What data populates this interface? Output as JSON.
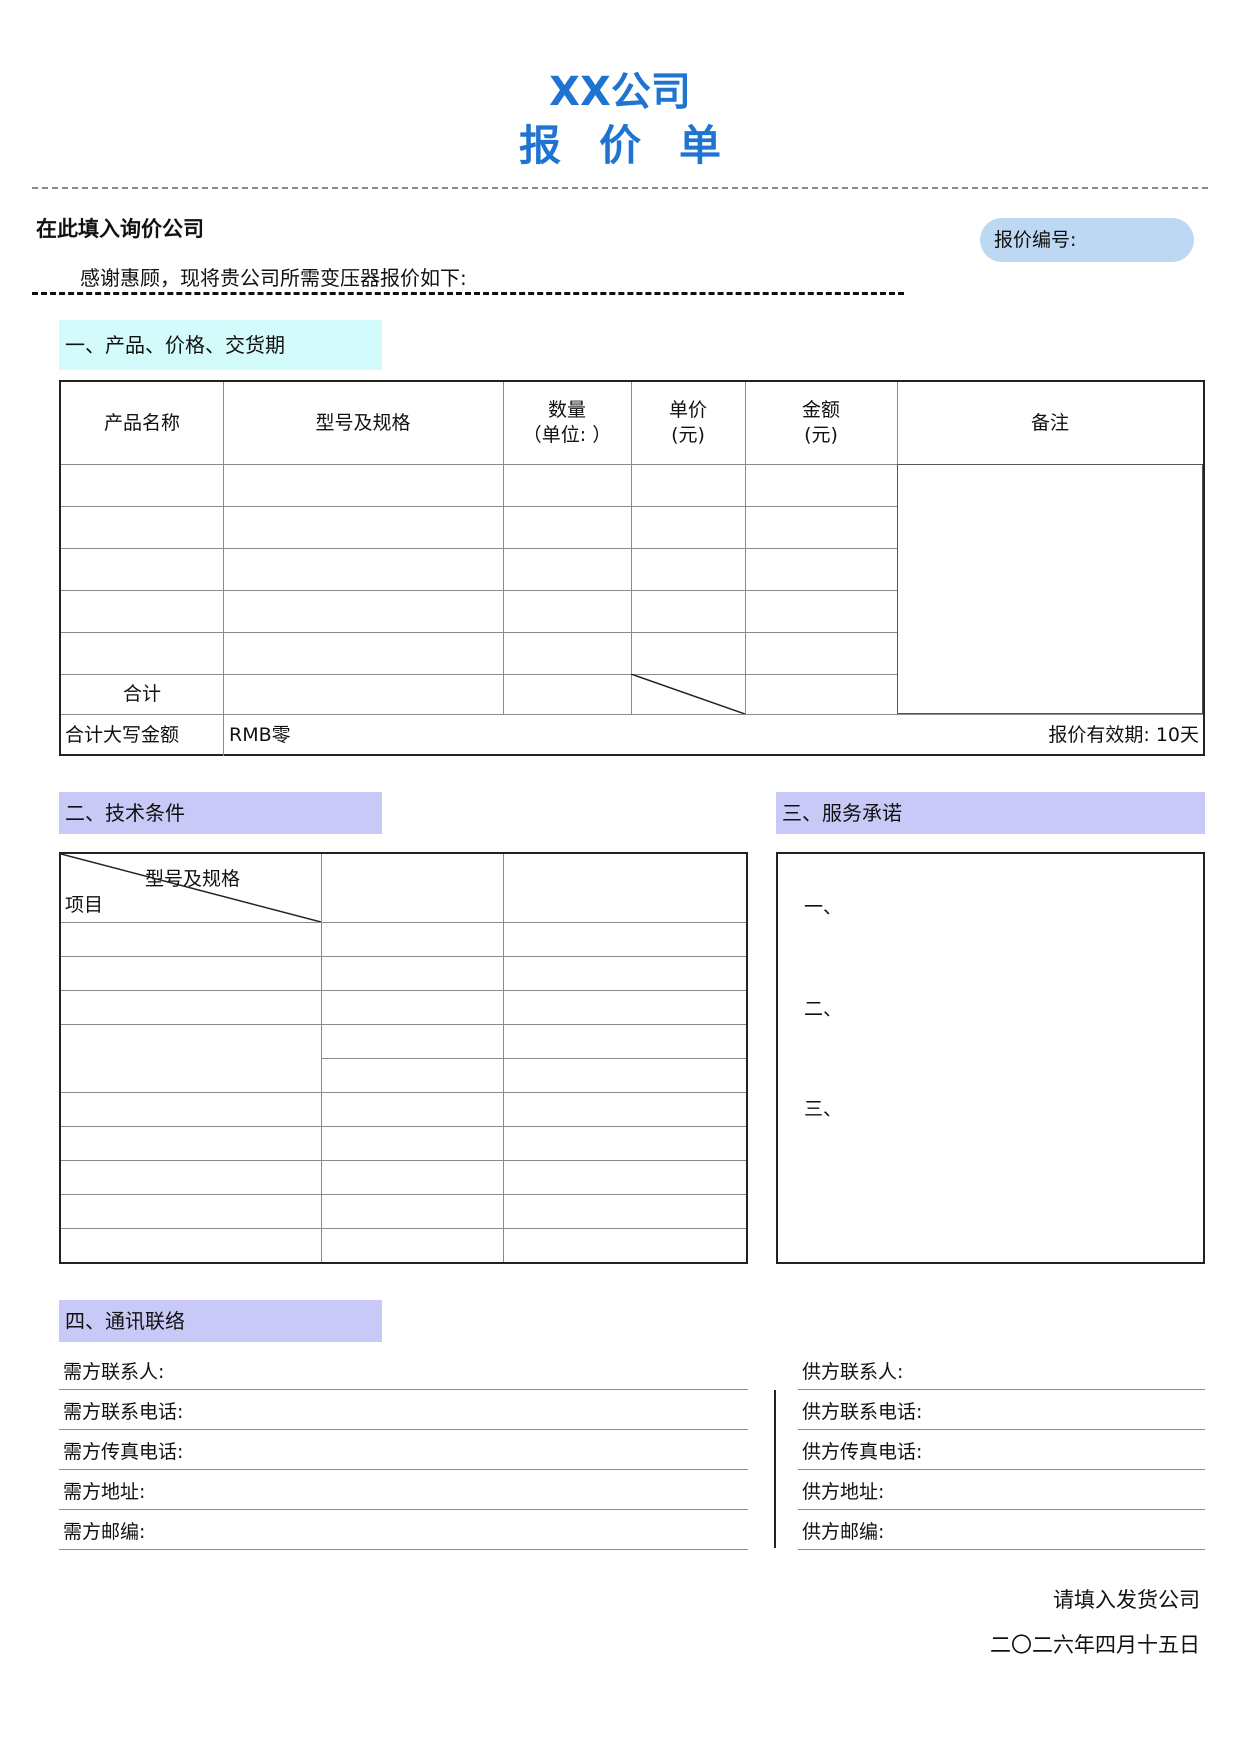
{
  "header": {
    "company": "XX公司",
    "doc_title": "报价单"
  },
  "inquiry_company": "在此填入询价公司",
  "quote_no_label": "报价编号:",
  "thanks_text": "感谢惠顾，现将贵公司所需变压器报价如下:",
  "section1": {
    "title": "一、产品、价格、交货期",
    "columns": [
      "产品名称",
      "型号及规格",
      "数量\n（单位: ）",
      "单价\n(元)",
      "金额\n(元)",
      "备注"
    ],
    "sum_label": "合计",
    "total_caps_label": "合计大写金额",
    "total_caps_value": "RMB零",
    "validity": "报价有效期: 10天"
  },
  "section2": {
    "title": "二、技术条件",
    "diag_top": "型号及规格",
    "diag_bottom": "项目"
  },
  "section3": {
    "title": "三、服务承诺",
    "items": [
      "一、",
      "二、",
      "三、"
    ]
  },
  "section4": {
    "title": "四、通讯联络",
    "demand": [
      "需方联系人:",
      "需方联系电话:",
      "需方传真电话:",
      "需方地址:",
      "需方邮编:"
    ],
    "supply": [
      "供方联系人:",
      "供方联系电话:",
      "供方传真电话:",
      "供方地址:",
      "供方邮编:"
    ]
  },
  "signature": {
    "company": "请填入发货公司",
    "date": "二〇二六年四月十五日"
  }
}
